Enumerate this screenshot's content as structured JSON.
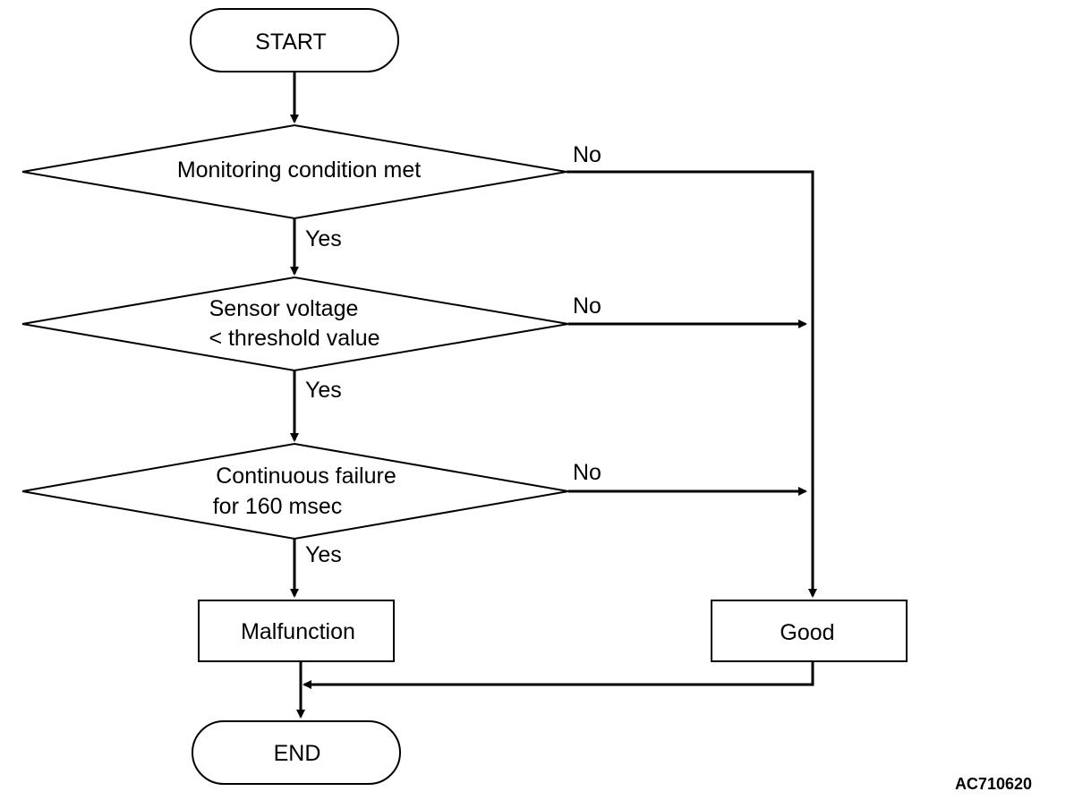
{
  "flowchart": {
    "start": "START",
    "end": "END",
    "decisions": [
      {
        "lines": [
          "Monitoring condition met"
        ],
        "yes": "Yes",
        "no": "No"
      },
      {
        "lines": [
          "Sensor voltage",
          "< threshold value"
        ],
        "yes": "Yes",
        "no": "No"
      },
      {
        "lines": [
          "Continuous failure",
          "for 160 msec"
        ],
        "yes": "Yes",
        "no": "No"
      }
    ],
    "malfunction": "Malfunction",
    "good": "Good"
  },
  "figure_code": "AC710620"
}
